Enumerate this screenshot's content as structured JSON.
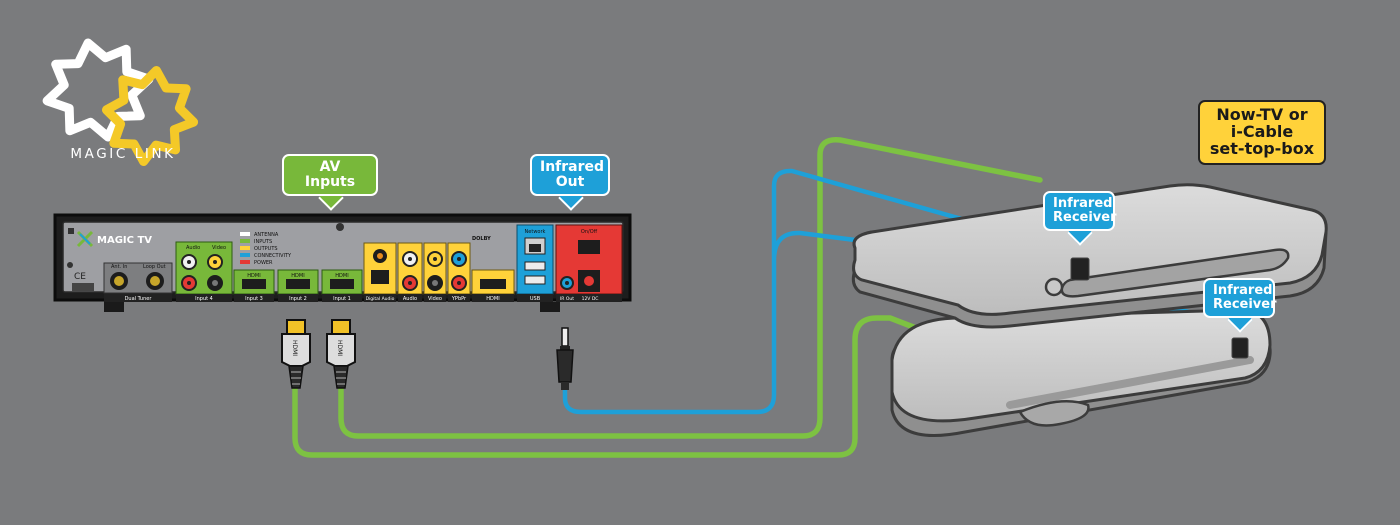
{
  "brand": {
    "name": "MAGIC LINK"
  },
  "callouts": {
    "av_inputs": [
      "AV",
      "Inputs"
    ],
    "infrared_out": [
      "Infrared",
      "Out"
    ],
    "infrared_receiver_1": [
      "Infrared",
      "Receiver"
    ],
    "infrared_receiver_2": [
      "Infrared",
      "Receiver"
    ],
    "set_top_box": [
      "Now-TV or",
      "i-Cable",
      "set-top-box"
    ]
  },
  "device": {
    "logo": "MAGIC TV",
    "legend": [
      "ANTENNA",
      "INPUTS",
      "OUTPUTS",
      "CONNECTIVITY",
      "POWER"
    ],
    "legend_colors": [
      "#ffffff",
      "#78b83a",
      "#ffd23a",
      "#1ea0d8",
      "#e53935"
    ],
    "antenna": {
      "ant_in": "Ant. In",
      "loop_out": "Loop Out",
      "section": "Dual Tuner"
    },
    "input4": {
      "audio": "Audio",
      "video": "Video",
      "section": "Input 4"
    },
    "hdmi_port_label": "HDMI",
    "hdmi_inputs": [
      "Input 3",
      "Input 2",
      "Input 1"
    ],
    "outputs": {
      "digital_audio": "Digital Audio",
      "audio": "Audio",
      "video": "Video",
      "ypbpr": "YPbPr",
      "hdmi": "HDMI"
    },
    "dolby": "DOLBY",
    "network": {
      "network": "Network",
      "usb": "USB"
    },
    "power": {
      "on_off": "On/Off",
      "ir_out": "IR Out",
      "dc": "12V DC"
    }
  },
  "cable_plug_label": "HDMI",
  "colors": {
    "green": "#78b83a",
    "blue": "#1ea0d8",
    "yellow": "#ffd23a",
    "red": "#e53935",
    "background": "#7a7b7d"
  }
}
